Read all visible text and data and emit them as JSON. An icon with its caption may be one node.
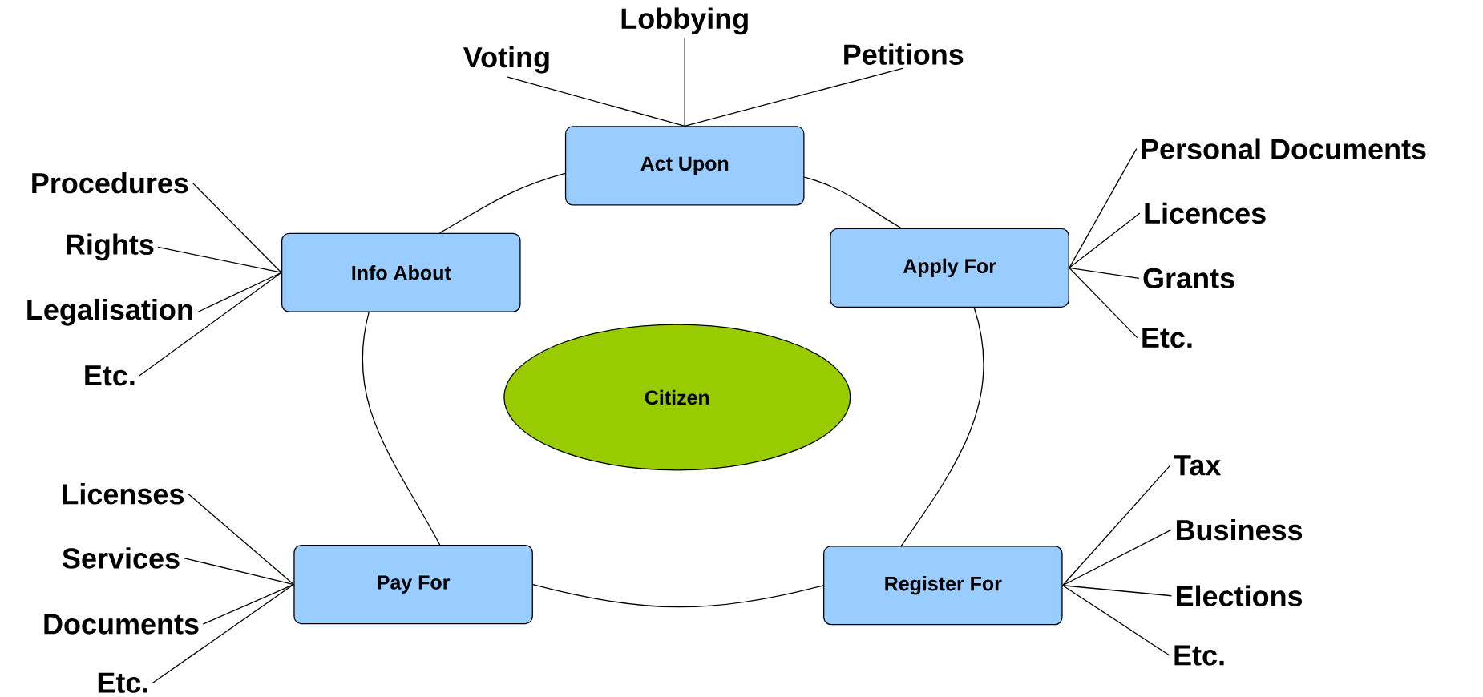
{
  "diagram": {
    "nodes": [
      {
        "text": [
          "Citizen"
        ]
      },
      {
        "text": [
          "Act Upon"
        ]
      },
      {
        "text": [
          "Info About"
        ]
      },
      {
        "text": [
          "Apply For"
        ]
      },
      {
        "text": [
          "Pay For"
        ]
      },
      {
        "text": [
          "Register For"
        ]
      },
      {
        "text": [
          "Voting"
        ]
      },
      {
        "text": [
          "Lobbying"
        ]
      },
      {
        "text": [
          "Petitions"
        ]
      },
      {
        "text": [
          "Procedures"
        ]
      },
      {
        "text": [
          "Rights"
        ]
      },
      {
        "text": [
          "Legalisation"
        ]
      },
      {
        "text": [
          "Etc."
        ]
      },
      {
        "text": [
          "Personal Documents"
        ]
      },
      {
        "text": [
          "Licences"
        ]
      },
      {
        "text": [
          "Grants"
        ]
      },
      {
        "text": [
          "Etc."
        ]
      },
      {
        "text": [
          "Licenses"
        ]
      },
      {
        "text": [
          "Services"
        ]
      },
      {
        "text": [
          "Documents"
        ]
      },
      {
        "text": [
          "Etc."
        ]
      },
      {
        "text": [
          "Tax"
        ]
      },
      {
        "text": [
          "Business"
        ]
      },
      {
        "text": [
          "Elections"
        ]
      },
      {
        "text": [
          "Etc."
        ]
      }
    ],
    "edges": [
      {
        "from": 1,
        "to": 2,
        "arrow": "none"
      },
      {
        "from": 1,
        "to": 3,
        "arrow": "none"
      },
      {
        "from": 3,
        "to": 5,
        "arrow": "none"
      },
      {
        "from": 5,
        "to": 4,
        "arrow": "none"
      },
      {
        "from": 4,
        "to": 2,
        "arrow": "none"
      },
      {
        "from": 6,
        "to": 1,
        "arrow": "none"
      },
      {
        "from": 7,
        "to": 1,
        "arrow": "none"
      },
      {
        "from": 8,
        "to": 1,
        "arrow": "none"
      },
      {
        "from": 9,
        "to": 2,
        "arrow": "none"
      },
      {
        "from": 10,
        "to": 2,
        "arrow": "none"
      },
      {
        "from": 11,
        "to": 2,
        "arrow": "none"
      },
      {
        "from": 12,
        "to": 2,
        "arrow": "none"
      },
      {
        "from": 13,
        "to": 3,
        "arrow": "none"
      },
      {
        "from": 14,
        "to": 3,
        "arrow": "none"
      },
      {
        "from": 15,
        "to": 3,
        "arrow": "none"
      },
      {
        "from": 16,
        "to": 3,
        "arrow": "none"
      },
      {
        "from": 17,
        "to": 4,
        "arrow": "none"
      },
      {
        "from": 18,
        "to": 4,
        "arrow": "none"
      },
      {
        "from": 19,
        "to": 4,
        "arrow": "none"
      },
      {
        "from": 20,
        "to": 4,
        "arrow": "none"
      },
      {
        "from": 21,
        "to": 5,
        "arrow": "none"
      },
      {
        "from": 22,
        "to": 5,
        "arrow": "none"
      },
      {
        "from": 23,
        "to": 5,
        "arrow": "none"
      },
      {
        "from": 24,
        "to": 5,
        "arrow": "none"
      }
    ]
  }
}
